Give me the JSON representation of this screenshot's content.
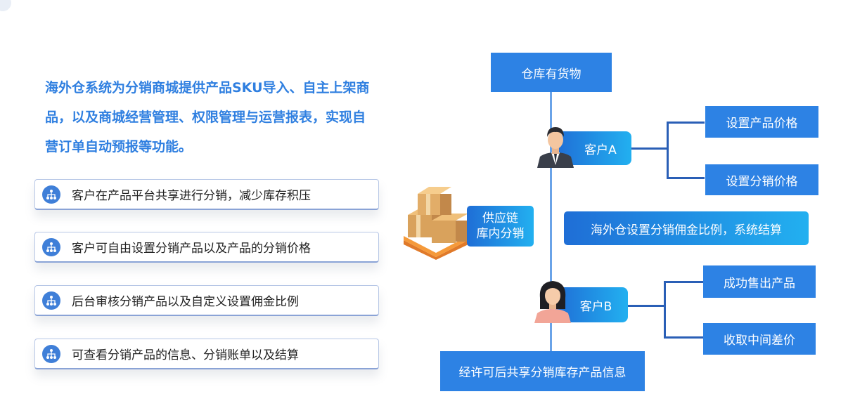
{
  "intro": "海外仓系统为分销商城提供产品SKU导入、自主上架商品，以及商城经营管理、权限管理与运营报表，实现自营订单自动预报等功能。",
  "features": [
    {
      "label": "客户在产品平台共享进行分销，减少库存积压",
      "icon": "network-icon"
    },
    {
      "label": "客户可自由设置分销产品以及产品的分销价格",
      "icon": "network-icon"
    },
    {
      "label": "后台审核分销产品以及自定义设置佣金比例",
      "icon": "network-icon"
    },
    {
      "label": "可查看分销产品的信息、分销账单以及结算",
      "icon": "network-icon"
    }
  ],
  "diagram": {
    "top_node": "仓库有货物",
    "supply_chain_line1": "供应链",
    "supply_chain_line2": "库内分销",
    "customer_a": "客户A",
    "customer_a_actions": [
      "设置产品价格",
      "设置分销价格"
    ],
    "settlement": "海外仓设置分销佣金比例，系统结算",
    "customer_b": "客户B",
    "customer_b_actions": [
      "成功售出产品",
      "收取中间差价"
    ],
    "bottom_node": "经许可后共享分销库存产品信息"
  },
  "colors": {
    "accent": "#2f7fe0",
    "box": "#2d82e4",
    "gradient_start": "#1f6ed6",
    "gradient_end": "#22b0f0",
    "bracket": "#2a5fb6"
  }
}
